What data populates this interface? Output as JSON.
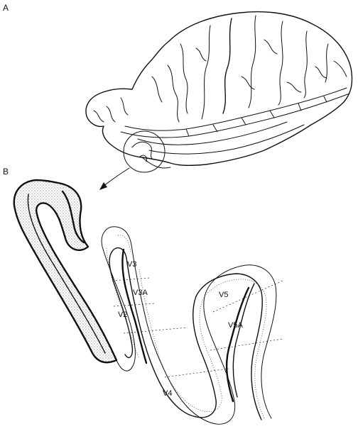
{
  "panels": {
    "a": "A",
    "b": "B"
  },
  "areas": {
    "v3": "V3",
    "v3a": "V3A",
    "v2": "V2",
    "v4": "V4",
    "v5": "V5",
    "v5a": "V5A"
  }
}
